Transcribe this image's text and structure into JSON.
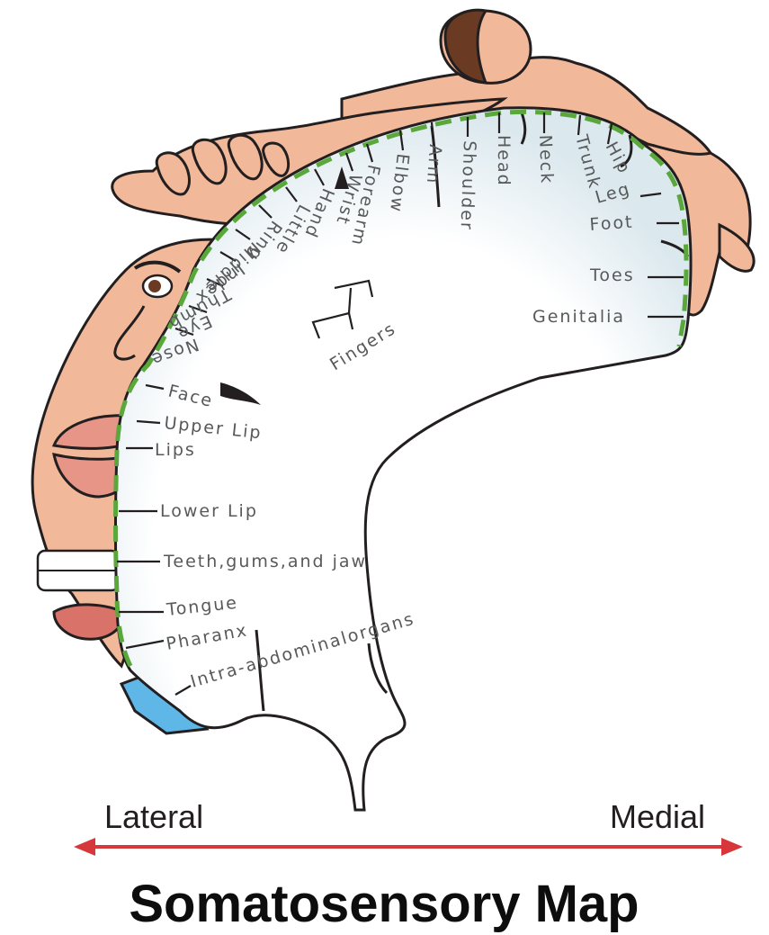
{
  "title": "Somatosensory Map",
  "axis": {
    "left_label": "Lateral",
    "right_label": "Medial",
    "arrow_color": "#d7363a"
  },
  "colors": {
    "skin": "#f1b99a",
    "skin_dark": "#e6a486",
    "lip": "#e79586",
    "hair": "#6b3a23",
    "cortex_fill": "#e4eef2",
    "dash": "#5aa83b",
    "outline": "#231f20",
    "label": "#58595b",
    "tongue": "#d9736a",
    "throat_blue": "#5fb7e8"
  },
  "bracket_label": "Fingers",
  "body_parts": [
    "Hip",
    "Trunk",
    "Neck",
    "Head",
    "Shoulder",
    "Arm",
    "Elbow",
    "Forearm",
    "Wrist",
    "Hand",
    "Little",
    "Ring",
    "Middle",
    "Index",
    "Thumb",
    "Eye",
    "Nose",
    "Leg",
    "Foot",
    "Toes",
    "Genitalia",
    "Face",
    "Upper Lip",
    "Lips",
    "Lower Lip",
    "Teeth,gums,and jaw",
    "Tongue",
    "Pharanx",
    "Intra-abdominalorgans"
  ],
  "icons": [
    "homunculus-figure",
    "direction-arrow"
  ]
}
